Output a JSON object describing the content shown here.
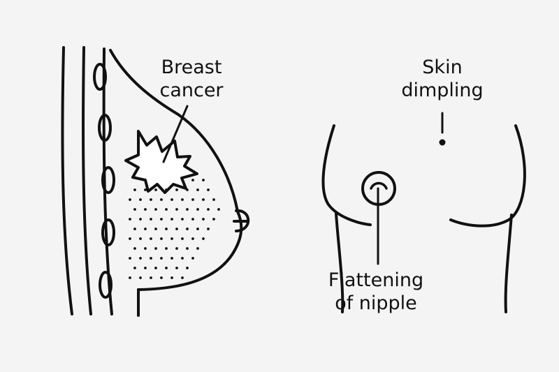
{
  "colors": {
    "background": "#f4f4f4",
    "line": "#111111",
    "tumor_fill": "#ffffff"
  },
  "labels": {
    "breast_cancer": [
      "Breast",
      "cancer"
    ],
    "skin_dimpling": [
      "Skin",
      "dimpling"
    ],
    "nipple_flattening": [
      "Flattening",
      "of nipple"
    ]
  }
}
